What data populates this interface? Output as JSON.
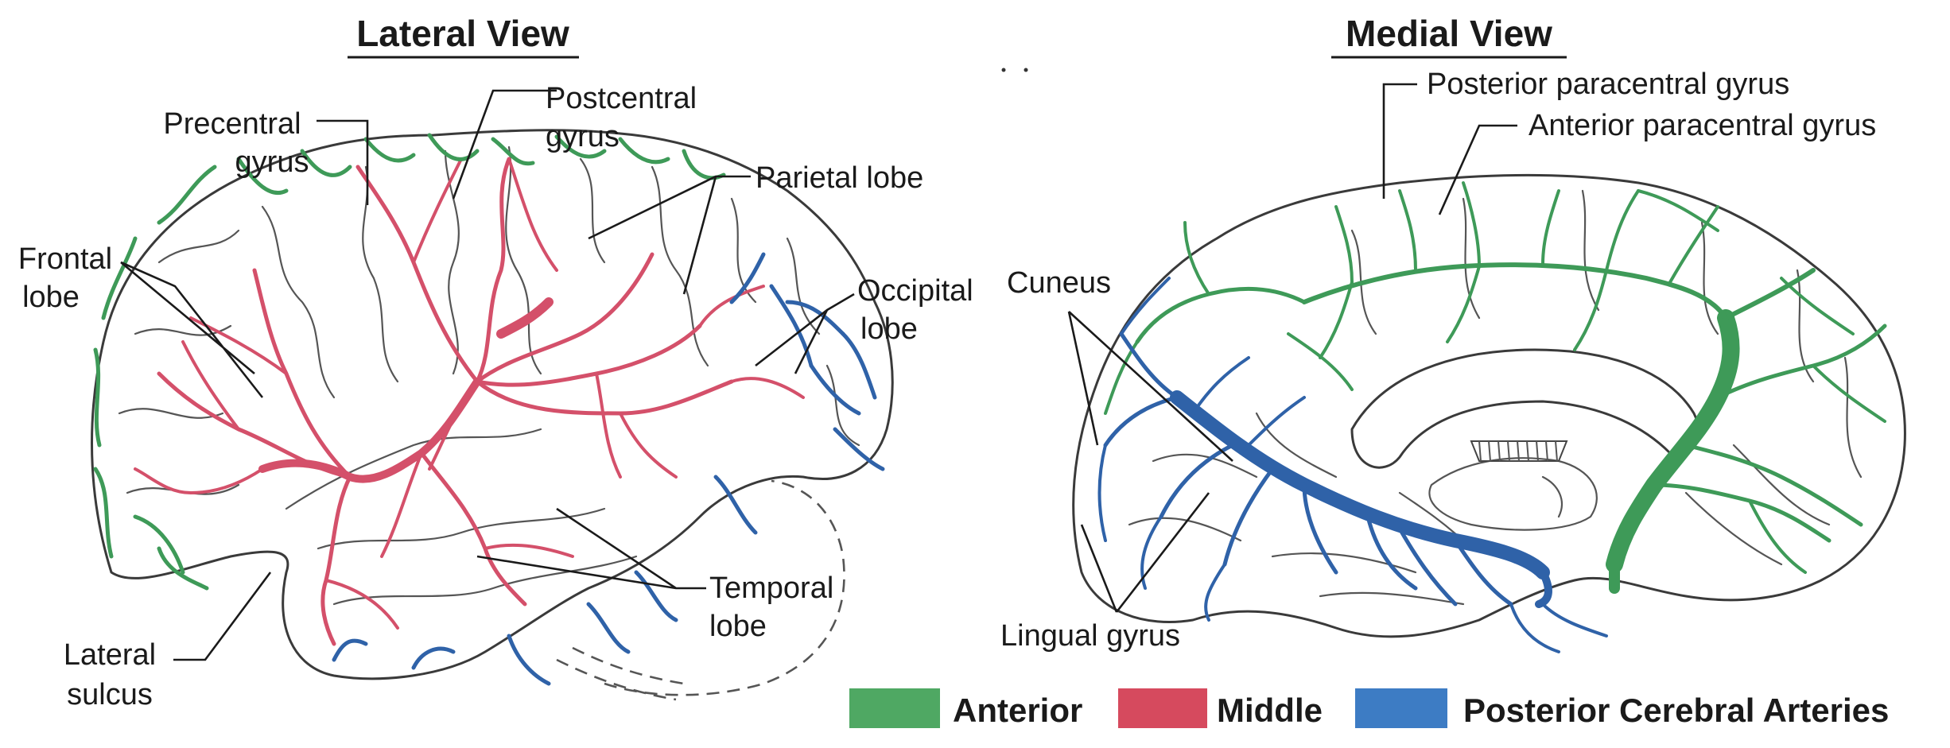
{
  "titles": {
    "lateral": "Lateral View",
    "medial": "Medial View"
  },
  "lateral_labels": {
    "precentral": [
      "Precentral",
      "gyrus"
    ],
    "postcentral": [
      "Postcentral",
      "gyrus"
    ],
    "parietal": "Parietal lobe",
    "frontal": [
      "Frontal",
      "lobe"
    ],
    "occipital": [
      "Occipital",
      "lobe"
    ],
    "temporal": [
      "Temporal",
      "lobe"
    ],
    "lateral_sulcus": [
      "Lateral",
      "sulcus"
    ]
  },
  "medial_labels": {
    "posterior_paracentral": "Posterior paracentral gyrus",
    "anterior_paracentral": "Anterior paracentral gyrus",
    "cuneus": "Cuneus",
    "lingual": "Lingual gyrus"
  },
  "legend": [
    {
      "label": "Anterior",
      "color": "#4fa863"
    },
    {
      "label": "Middle",
      "color": "#d64a5e"
    },
    {
      "label": "Posterior Cerebral Arteries",
      "color": "#3d7cc4"
    }
  ],
  "colors": {
    "anterior": "#3e9a58",
    "middle": "#d4506a",
    "posterior": "#2f62a8"
  }
}
